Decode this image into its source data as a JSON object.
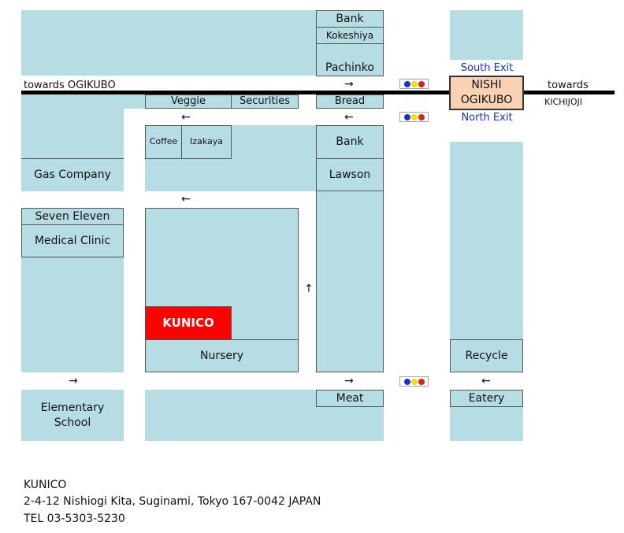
{
  "blocks": {
    "bank_north": "Bank",
    "kokeshiya": "Kokeshiya",
    "pachinko": "Pachinko",
    "veggie": "Veggie",
    "securities": "Securities",
    "bread": "Bread",
    "coffee": "Coffee",
    "izakaya": "Izakaya",
    "bank_south": "Bank",
    "lawson": "Lawson",
    "gas_company": "Gas Company",
    "seven_eleven": "Seven Eleven",
    "medical_clinic": "Medical Clinic",
    "kunico": "KUNICO",
    "nursery": "Nursery",
    "recycle": "Recycle",
    "meat": "Meat",
    "eatery": "Eatery",
    "elementary_school": "Elementary School"
  },
  "station": {
    "name": "NISHI OGIKUBO",
    "south_exit": "South Exit",
    "north_exit": "North Exit"
  },
  "rail": {
    "west_label": "towards OGIKUBO",
    "east_label": "towards",
    "east_sub": "KICHIJOJI"
  },
  "arrows": {
    "right": "→",
    "left": "←",
    "up": "↑"
  },
  "footer": {
    "name": "KUNICO",
    "address": "2-4-12 Nishiogi Kita, Suginami, Tokyo 167-0042 JAPAN",
    "tel": "TEL 03-5303-5230"
  },
  "colors": {
    "block": "#b7dde4",
    "kunico": "#ff0000",
    "station": "#f9d2b4",
    "exit_text": "#1a2fd0",
    "signal_blue": "#1a2fd0",
    "signal_yellow": "#f3e200",
    "signal_red": "#e0201a"
  }
}
